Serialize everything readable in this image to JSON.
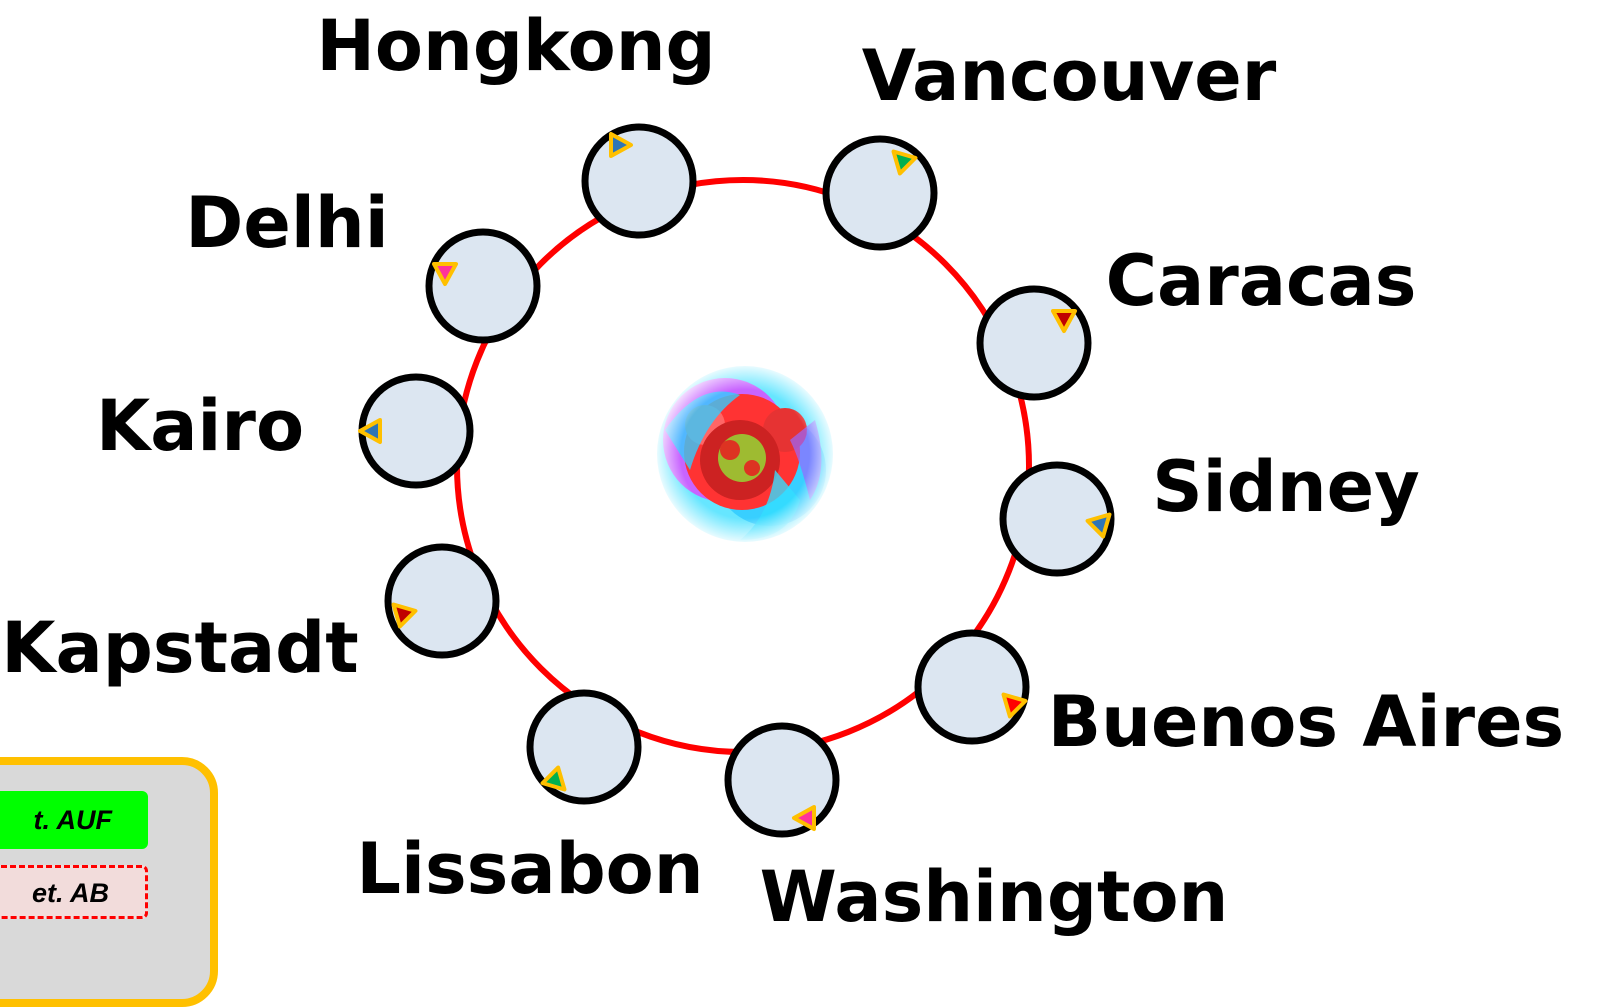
{
  "colors": {
    "ring": "#ff0000",
    "station_fill": "#dce6f1",
    "station_stroke": "#000000",
    "marker_border": "#ffc000",
    "panel_fill": "#d9d9d9",
    "panel_border": "#ffc000"
  },
  "center_image": {
    "description_icon": "flower-image"
  },
  "stations": [
    {
      "name": "Hongkong",
      "marker_color": "#2e75b6",
      "marker_direction": "right"
    },
    {
      "name": "Vancouver",
      "marker_color": "#00b050",
      "marker_direction": "up-left"
    },
    {
      "name": "Caracas",
      "marker_color": "#c00000",
      "marker_direction": "down"
    },
    {
      "name": "Sidney",
      "marker_color": "#2e75b6",
      "marker_direction": "up-right"
    },
    {
      "name": "Buenos Aires",
      "marker_color": "#ff0000",
      "marker_direction": "up-left"
    },
    {
      "name": "Washington",
      "marker_color": "#ff3399",
      "marker_direction": "left"
    },
    {
      "name": "Lissabon",
      "marker_color": "#00b050",
      "marker_direction": "down-right"
    },
    {
      "name": "Kapstadt",
      "marker_color": "#c00000",
      "marker_direction": "up-left"
    },
    {
      "name": "Kairo",
      "marker_color": "#2e75b6",
      "marker_direction": "left"
    },
    {
      "name": "Delhi",
      "marker_color": "#ff3399",
      "marker_direction": "down"
    }
  ],
  "legend": {
    "up_label": "t. AUF",
    "down_label": "et. AB"
  }
}
